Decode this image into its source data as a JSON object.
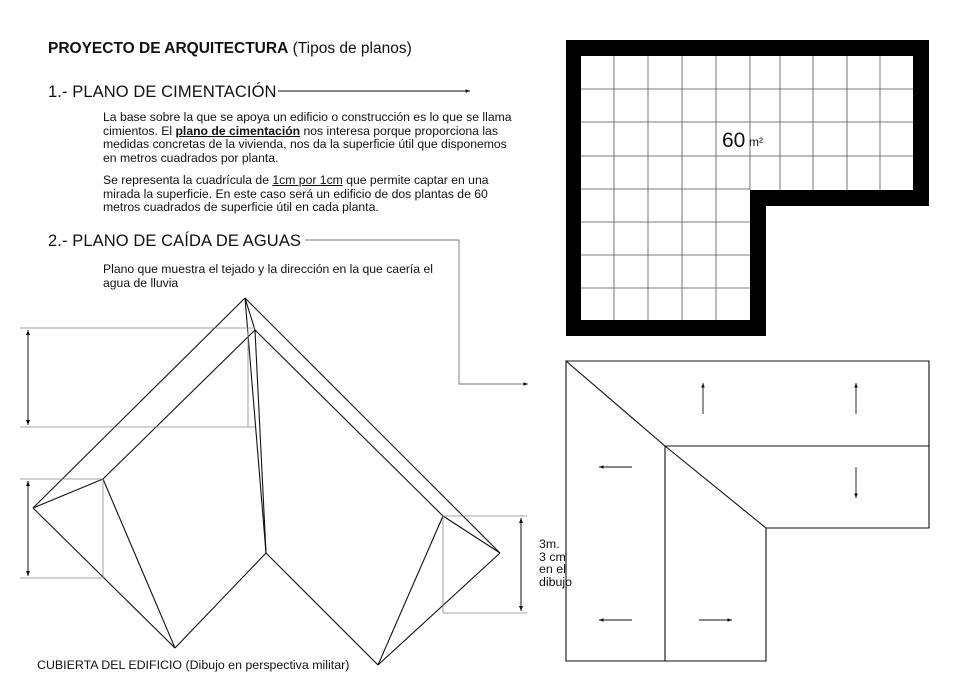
{
  "header": {
    "title_bold": "PROYECTO DE ARQUITECTURA",
    "title_rest": "(Tipos de planos)"
  },
  "section1": {
    "heading": "1.- PLANO DE CIMENTACIÓN",
    "p1_part1": "La base sobre la que se apoya un edificio o construcción es lo que se llama cimientos. El ",
    "p1_bold": "plano de cimentación",
    "p1_part2": " nos interesa porque proporciona las medidas concretas de la vivienda, nos da la superficie útil que disponemos en metros cuadrados por planta.",
    "p2_part1": "Se representa la cuadrícula de ",
    "p2_underline": "1cm por 1cm",
    "p2_part2": " que permite captar en una mirada la superficie. En este caso será un edificio de dos plantas de 60 metros cuadrados de superficie útil en cada planta."
  },
  "section2": {
    "heading": "2.- PLANO DE CAÍDA DE AGUAS",
    "paragraph": "Plano que muestra el tejado y la dirección en la que caería el agua de lluvia"
  },
  "floor_plan": {
    "area_value": "60",
    "area_unit": "m²"
  },
  "perspective": {
    "dimension_label_line1": "3m.",
    "dimension_label_line2": "3 cm",
    "dimension_label_line3": "en el",
    "dimension_label_line4": "dibujo",
    "caption": "CUBIERTA DEL EDIFICIO (Dibujo en perspectiva militar)"
  },
  "colors": {
    "ink": "#111111",
    "wall": "#000000",
    "grid": "#555555",
    "leader": "#777777"
  }
}
